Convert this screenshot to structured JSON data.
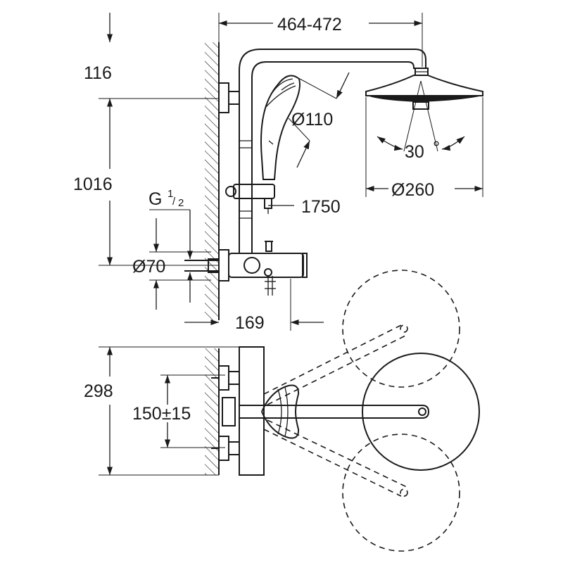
{
  "dimensions": {
    "top_width": "464-472",
    "height_116": "116",
    "height_1016": "1016",
    "thread_g": "G",
    "thread_num": "1",
    "thread_den": "2",
    "dia_70": "Ø70",
    "width_169": "169",
    "handshower_dia": "Ø110",
    "rail_height": "1750",
    "angle": "30",
    "degree": "°",
    "head_dia": "Ø260",
    "depth_298": "298",
    "spacing": "150±15"
  },
  "colors": {
    "line": "#1a1a1a",
    "background": "#ffffff"
  },
  "icons": [
    "wall-hatch",
    "arrowhead"
  ]
}
